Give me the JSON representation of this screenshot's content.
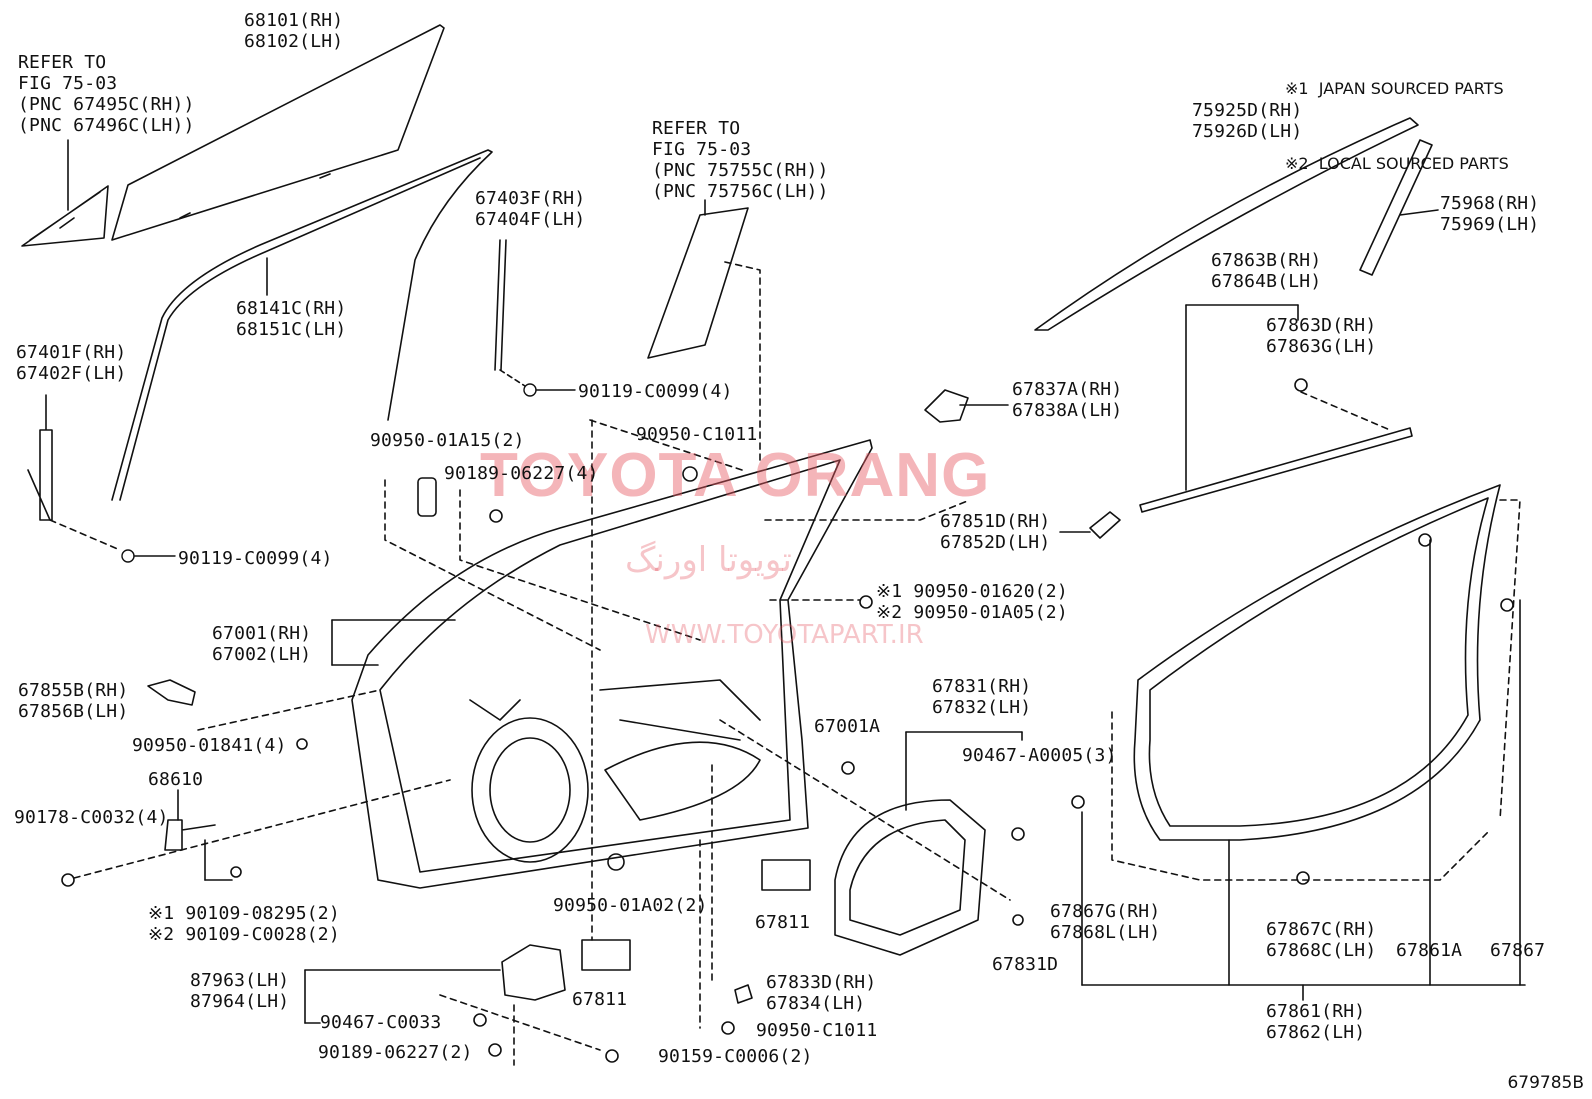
{
  "legend": {
    "line1": "※1  JAPAN SOURCED PARTS",
    "line2": "※2  LOCAL SOURCED PARTS"
  },
  "watermark": {
    "main": "TOYOTA ORANG",
    "persian": "تویوتا اورنگ",
    "url": "WWW.TOYOTAPART.IR"
  },
  "diagram_code": "679785B",
  "callouts": [
    {
      "id": "c01",
      "lines": [
        "68101(RH)",
        "68102(LH)"
      ]
    },
    {
      "id": "c02",
      "lines": [
        "REFER TO",
        "FIG 75-03",
        "(PNC 67495C(RH))",
        "(PNC 67496C(LH))"
      ]
    },
    {
      "id": "c03",
      "lines": [
        "REFER TO",
        "FIG 75-03",
        "(PNC 75755C(RH))",
        "(PNC 75756C(LH))"
      ]
    },
    {
      "id": "c04",
      "lines": [
        "75925D(RH)",
        "75926D(LH)"
      ]
    },
    {
      "id": "c05",
      "lines": [
        "75968(RH)",
        "75969(LH)"
      ]
    },
    {
      "id": "c06",
      "lines": [
        "67403F(RH)",
        "67404F(LH)"
      ]
    },
    {
      "id": "c07",
      "lines": [
        "68141C(RH)",
        "68151C(LH)"
      ]
    },
    {
      "id": "c08",
      "lines": [
        "67401F(RH)",
        "67402F(LH)"
      ]
    },
    {
      "id": "c09",
      "lines": [
        "67863B(RH)",
        "67864B(LH)"
      ]
    },
    {
      "id": "c10",
      "lines": [
        "67863D(RH)",
        "67863G(LH)"
      ]
    },
    {
      "id": "c11",
      "lines": [
        "90119-C0099(4)"
      ]
    },
    {
      "id": "c12",
      "lines": [
        "67837A(RH)",
        "67838A(LH)"
      ]
    },
    {
      "id": "c13",
      "lines": [
        "90950-C1011"
      ]
    },
    {
      "id": "c14",
      "lines": [
        "90950-01A15(2)"
      ]
    },
    {
      "id": "c15",
      "lines": [
        "90189-06227(4)"
      ]
    },
    {
      "id": "c16",
      "lines": [
        "67851D(RH)",
        "67852D(LH)"
      ]
    },
    {
      "id": "c17",
      "lines": [
        "90119-C0099(4)"
      ]
    },
    {
      "id": "c18",
      "lines": [
        "※1 90950-01620(2)",
        "※2 90950-01A05(2)"
      ]
    },
    {
      "id": "c19",
      "lines": [
        "67001(RH)",
        "67002(LH)"
      ]
    },
    {
      "id": "c20",
      "lines": [
        "67855B(RH)",
        "67856B(LH)"
      ]
    },
    {
      "id": "c21",
      "lines": [
        "67831(RH)",
        "67832(LH)"
      ]
    },
    {
      "id": "c22",
      "lines": [
        "67001A"
      ]
    },
    {
      "id": "c23",
      "lines": [
        "90467-A0005(3)"
      ]
    },
    {
      "id": "c24",
      "lines": [
        "90950-01841(4)"
      ]
    },
    {
      "id": "c25",
      "lines": [
        "68610"
      ]
    },
    {
      "id": "c26",
      "lines": [
        "90178-C0032(4)"
      ]
    },
    {
      "id": "c27",
      "lines": [
        "67867G(RH)",
        "67868L(LH)"
      ]
    },
    {
      "id": "c28",
      "lines": [
        "※1 90109-08295(2)",
        "※2 90109-C0028(2)"
      ]
    },
    {
      "id": "c29",
      "lines": [
        "90950-01A02(2)"
      ]
    },
    {
      "id": "c30",
      "lines": [
        "67811"
      ]
    },
    {
      "id": "c31",
      "lines": [
        "67831D"
      ]
    },
    {
      "id": "c32",
      "lines": [
        "67867C(RH)",
        "67868C(LH)"
      ]
    },
    {
      "id": "c33",
      "lines": [
        "67861A"
      ]
    },
    {
      "id": "c34",
      "lines": [
        "67867"
      ]
    },
    {
      "id": "c35",
      "lines": [
        "87963(LH)",
        "87964(LH)"
      ]
    },
    {
      "id": "c36",
      "lines": [
        "67811"
      ]
    },
    {
      "id": "c37",
      "lines": [
        "67833D(RH)",
        "67834(LH)"
      ]
    },
    {
      "id": "c38",
      "lines": [
        "90467-C0033"
      ]
    },
    {
      "id": "c39",
      "lines": [
        "90950-C1011"
      ]
    },
    {
      "id": "c40",
      "lines": [
        "90189-06227(2)"
      ]
    },
    {
      "id": "c41",
      "lines": [
        "90159-C0006(2)"
      ]
    },
    {
      "id": "c42",
      "lines": [
        "67861(RH)",
        "67862(LH)"
      ]
    }
  ]
}
